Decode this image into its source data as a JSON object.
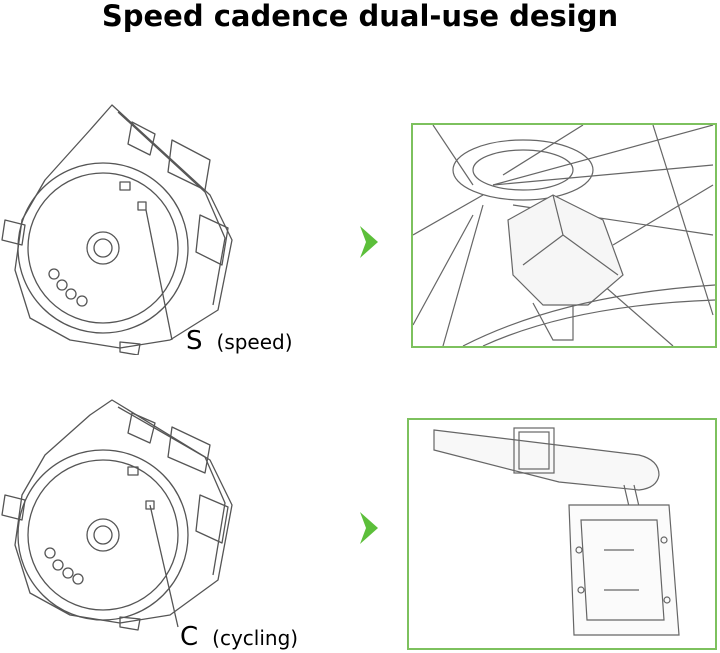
{
  "title": "Speed cadence dual-use design",
  "rows": [
    {
      "letter": "S",
      "mode": "(speed)",
      "photo_icon": "bicycle-wheel-hub-sketch",
      "arrow_icon": "chevron-right-icon"
    },
    {
      "letter": "C",
      "mode": "(cycling)",
      "photo_icon": "bicycle-crank-pedal-sketch",
      "arrow_icon": "chevron-right-icon"
    }
  ],
  "colors": {
    "frame": "#7dc15e",
    "arrow": "#5cbf3a",
    "sketch": "#555555"
  }
}
